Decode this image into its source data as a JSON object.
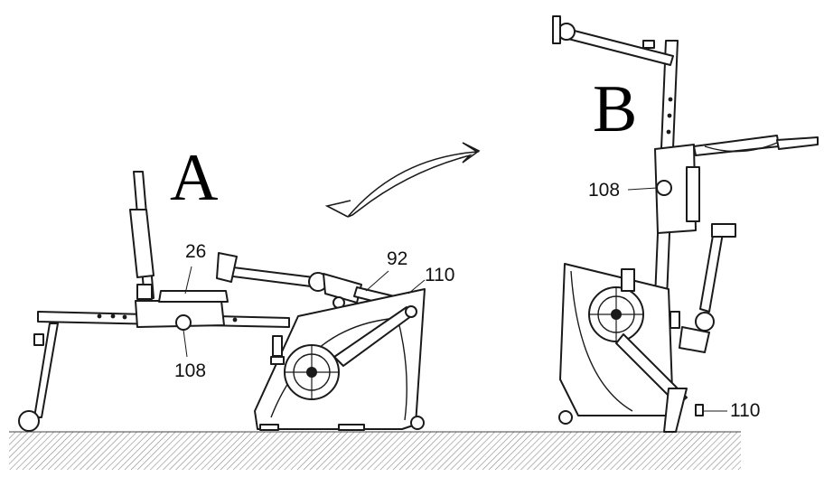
{
  "figure": {
    "views": [
      {
        "id": "A",
        "label": "A"
      },
      {
        "id": "B",
        "label": "B"
      }
    ],
    "callouts_a": [
      "26",
      "92",
      "110",
      "108"
    ],
    "callouts_b": [
      "108",
      "110"
    ],
    "colors": {
      "line": "#1a1a1a",
      "floor_hatch": "#777777",
      "background": "#ffffff"
    }
  }
}
